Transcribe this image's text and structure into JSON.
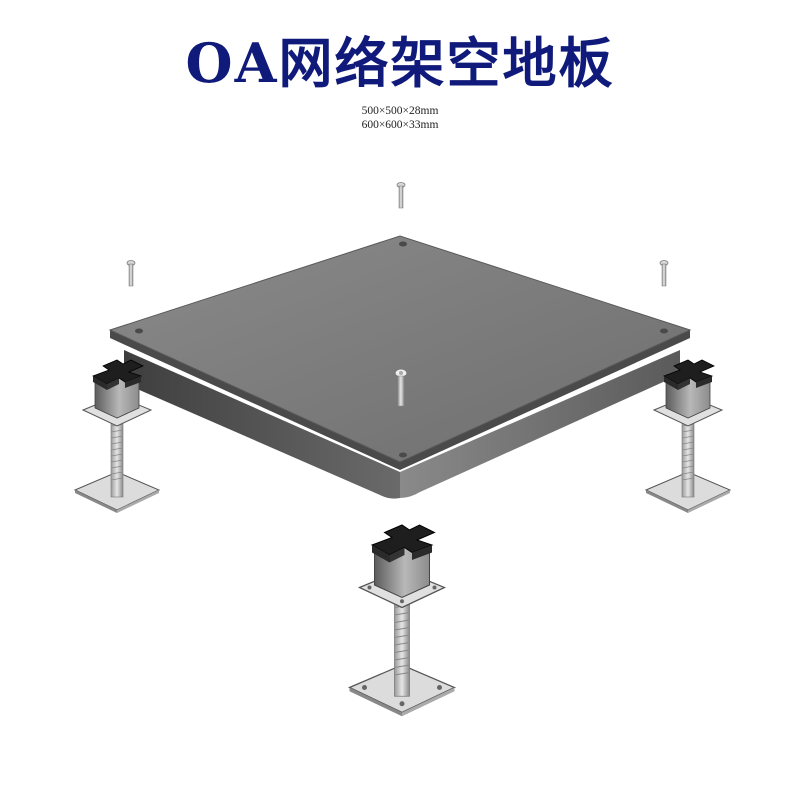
{
  "header": {
    "title": "OA网络架空地板",
    "title_color": "#101a7a"
  },
  "specs": [
    "500×500×28mm",
    "600×600×33mm"
  ],
  "illustration": {
    "panel": {
      "name": "raised-floor-panel",
      "top_color": "#7a7a7a",
      "side_color": "#5a5a5a"
    },
    "screws": [
      "screw-top",
      "screw-left",
      "screw-right",
      "screw-center"
    ],
    "pedestals": [
      "pedestal-left",
      "pedestal-right",
      "pedestal-front"
    ]
  }
}
